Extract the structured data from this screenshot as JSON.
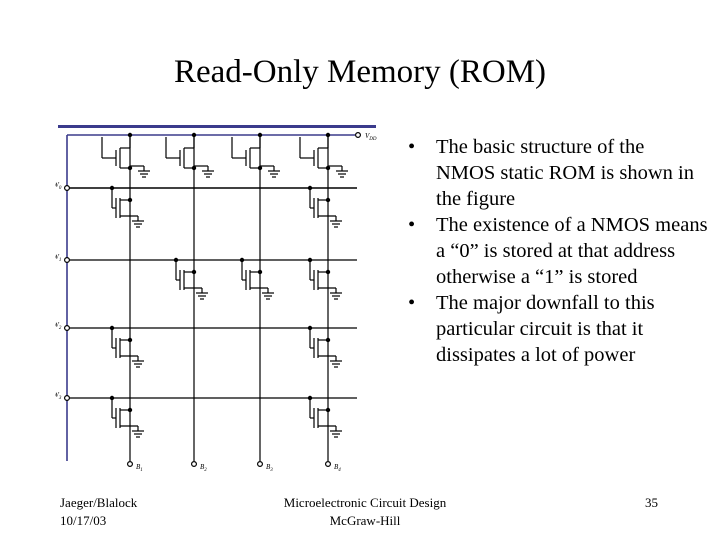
{
  "slide": {
    "title": "Read-Only Memory (ROM)",
    "bullets": [
      "The basic structure of the NMOS static ROM is shown in the figure",
      "The existence of a NMOS means a “0” is stored at that address otherwise a “1” is stored",
      "The major downfall to this particular circuit is that it dissipates a lot of power"
    ]
  },
  "figure": {
    "supply_label": "V",
    "supply_sub": "DD",
    "word_lines": [
      {
        "letter": "W",
        "index": "0"
      },
      {
        "letter": "W",
        "index": "1"
      },
      {
        "letter": "W",
        "index": "2"
      },
      {
        "letter": "W",
        "index": "3"
      }
    ],
    "bit_lines": [
      {
        "letter": "B",
        "index": "1"
      },
      {
        "letter": "B",
        "index": "2"
      },
      {
        "letter": "B",
        "index": "3"
      },
      {
        "letter": "B",
        "index": "4"
      }
    ],
    "stored_transistors": [
      {
        "word": 0,
        "bit": 0
      },
      {
        "word": 0,
        "bit": 3
      },
      {
        "word": 1,
        "bit": 1
      },
      {
        "word": 1,
        "bit": 2
      },
      {
        "word": 1,
        "bit": 3
      },
      {
        "word": 2,
        "bit": 0
      },
      {
        "word": 2,
        "bit": 3
      },
      {
        "word": 3,
        "bit": 0
      },
      {
        "word": 3,
        "bit": 3
      }
    ],
    "colors": {
      "rail": "#3b3b8c",
      "wire": "#000000"
    }
  },
  "footer": {
    "left_line1": "Jaeger/Blalock",
    "left_line2": "10/17/03",
    "center_line1": "Microelectronic Circuit Design",
    "center_line2": "McGraw-Hill",
    "page_number": "35"
  }
}
